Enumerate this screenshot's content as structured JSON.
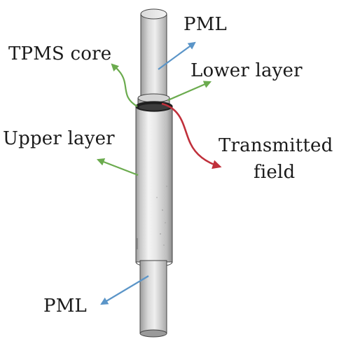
{
  "labels": {
    "pml_top": "PML",
    "tpms_core": "TPMS core",
    "lower_layer": "Lower layer",
    "upper_layer": "Upper layer",
    "transmitted_line1": "Transmitted",
    "transmitted_line2": "field",
    "pml_bottom": "PML"
  },
  "colors": {
    "pml_arrow": "#5b95c8",
    "layer_arrow": "#6bab4e",
    "field_arrow": "#c0303b",
    "cylinder_light": "#f0f0f0",
    "cylinder_mid": "#cfcfcf",
    "cylinder_dark": "#8a8a8a",
    "outline": "#3a3a3a"
  }
}
